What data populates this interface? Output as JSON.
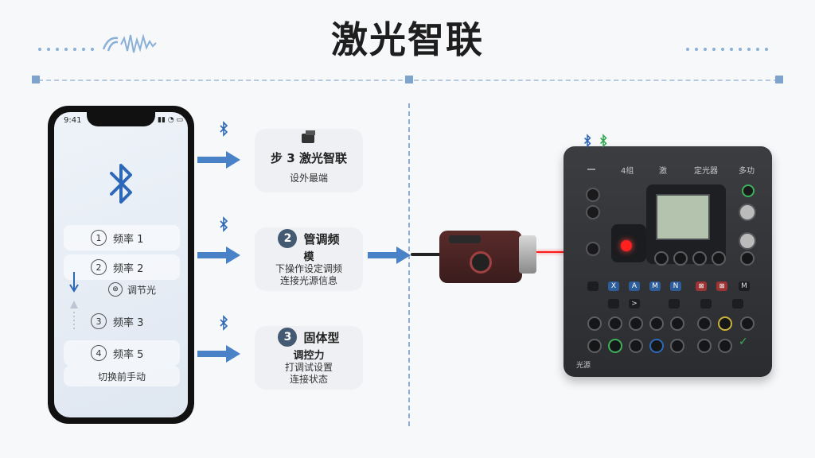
{
  "header": {
    "title": "激光智联"
  },
  "phone": {
    "status_time": "9:41",
    "rows": [
      {
        "num": "1",
        "label": "频率 1"
      },
      {
        "num": "2",
        "label": "频率 2",
        "sub": "调节光"
      },
      {
        "num": "3",
        "label": "频率 3"
      },
      {
        "num": "4",
        "label": "频率 5",
        "sub": "切换前手动"
      }
    ]
  },
  "cards": [
    {
      "title": "激光智联",
      "prefix": "步 3",
      "sub": "设外最端"
    },
    {
      "num": "2",
      "title": "管调频",
      "title2": "模",
      "lines": [
        "下操作设定调频",
        "连接光源信息"
      ]
    },
    {
      "num": "3",
      "title": "固体型",
      "title2": "调控力",
      "lines": [
        "打调试设置",
        "连接状态"
      ]
    }
  ],
  "device": {
    "labels": [
      "4组",
      "激",
      "定光器",
      "多功"
    ],
    "bottom_label": "光源",
    "key_marks": [
      "X",
      "A",
      "M",
      "N",
      "⊠",
      "⊠",
      "M",
      ">",
      "✓"
    ],
    "bt_colors": [
      "#2d68b8",
      "#2fa84f"
    ]
  },
  "colors": {
    "accent": "#2d68b8",
    "arrow": "#4a82c8",
    "laser": "#ff1a1a"
  }
}
